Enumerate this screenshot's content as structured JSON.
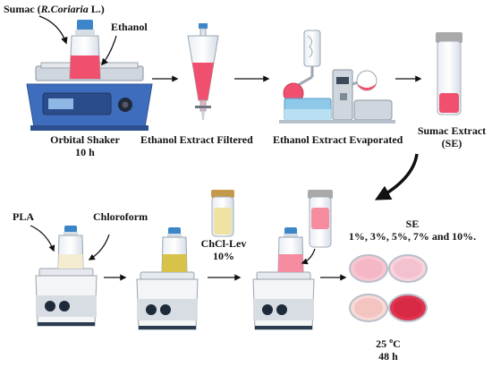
{
  "labels": {
    "sumac_prefix": "Sumac (",
    "sumac_species": "R.Coriaria",
    "sumac_suffix": " L.)",
    "ethanol": "Ethanol",
    "orbital_shaker": "Orbital Shaker",
    "duration_10h": "10 h",
    "filtered": "Ethanol Extract Filtered",
    "evaporated": "Ethanol Extract Evaporated",
    "sumac_extract": "Sumac Extract",
    "se_abbrev": "(SE)",
    "pla": "PLA",
    "chloroform": "Chloroform",
    "chcl_lev": "ChCl-Lev",
    "chcl_pct": "10%",
    "se": "SE",
    "se_concentrations": "1%, 3%, 5%, 7% and 10%.",
    "temperature_value": "25 ",
    "temperature_deg": "o",
    "temperature_unit": "C",
    "duration_48h": "48 h"
  },
  "colors": {
    "extract_red": "#f0506e",
    "deep_red": "#e0344f",
    "shaker_blue": "#3f6dbe",
    "pla_cream": "#f3ecd0",
    "chcl_yellow": "#d7c24a",
    "bottle_cap": "#3a86c8",
    "arrow": "#111111"
  }
}
